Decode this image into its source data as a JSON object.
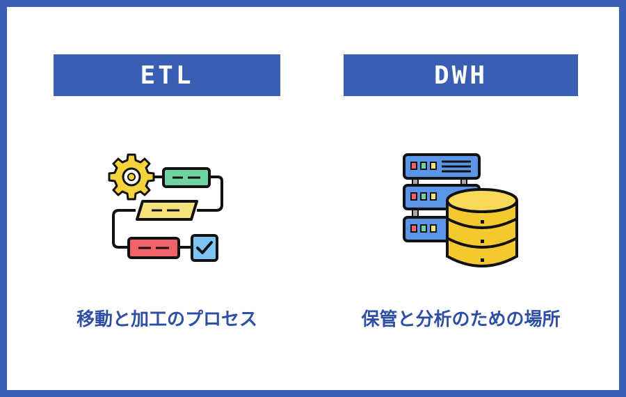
{
  "panels": {
    "etl": {
      "title": "ETL",
      "caption": "移動と加工のプロセス",
      "icon": "workflow-icon"
    },
    "dwh": {
      "title": "DWH",
      "caption": "保管と分析のための場所",
      "icon": "database-server-icon"
    }
  },
  "colors": {
    "frame": "#3a5eb4",
    "header": "#3a5eb4",
    "caption": "#2f4fa5",
    "gear": "#f5d33c",
    "green_box": "#6fd4a2",
    "yellow_box": "#f4e27a",
    "red_box": "#f2626b",
    "check_box": "#7ec3f5",
    "server": "#5a95e8",
    "database": "#f4c930"
  }
}
